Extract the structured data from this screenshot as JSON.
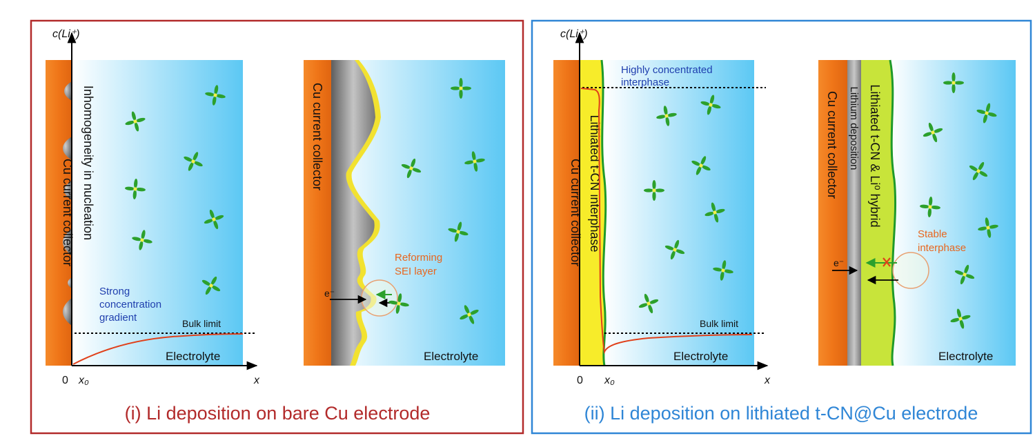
{
  "panel_i": {
    "caption": "(i) Li deposition on bare Cu electrode",
    "axis_y": "c(Li⁺)",
    "axis_x": "x",
    "origin": "0",
    "x0": "x₀",
    "collector": "Cu current collector",
    "nucleation": "Inhomogeneity in nucleation",
    "gradient_lines": [
      "Strong",
      "concentration",
      "gradient"
    ],
    "bulk": "Bulk limit",
    "electrolyte_left": "Electrolyte",
    "collector_right": "Cu current collector",
    "sei_lines": [
      "Reforming",
      "SEI layer"
    ],
    "electron": "e⁻",
    "electrolyte_right": "Electrolyte"
  },
  "panel_ii": {
    "caption": "(ii) Li deposition on lithiated t-CN@Cu electrode",
    "axis_y": "c(Li⁺)",
    "axis_x": "x",
    "origin": "0",
    "x0": "x₀",
    "collector": "Cu current collector",
    "interphase_layer": "Lithiated t-CN interphase",
    "highly_lines": [
      "Highly concentrated",
      "interphase"
    ],
    "bulk": "Bulk limit",
    "electrolyte_left": "Electrolyte",
    "collector_right": "Cu current collector",
    "lithium_deposition": "Lithium deposition",
    "hybrid": "Lithiated t-CN & Li⁰ hybrid",
    "stable_lines": [
      "Stable",
      "interphase"
    ],
    "electron": "e⁻",
    "electrolyte_right": "Electrolyte"
  },
  "colors": {
    "panel_i_border": "#b22a2a",
    "panel_ii_border": "#2f86d6",
    "copper": "#f07a1e",
    "electrolyte": "#5cc8f4",
    "red_curve": "#e0401a",
    "label_blue": "#1f3fae",
    "label_orange": "#e8661e",
    "interphase_yellow": "#f7ec2a",
    "hybrid_green": "#c8e43a",
    "green_edge": "#1f9a2a",
    "ion_green": "#2ca02c",
    "ion_core": "#f3ef4a"
  },
  "icons": [
    "li-ion-icon",
    "electron-arrow-icon",
    "blocked-x-icon"
  ]
}
